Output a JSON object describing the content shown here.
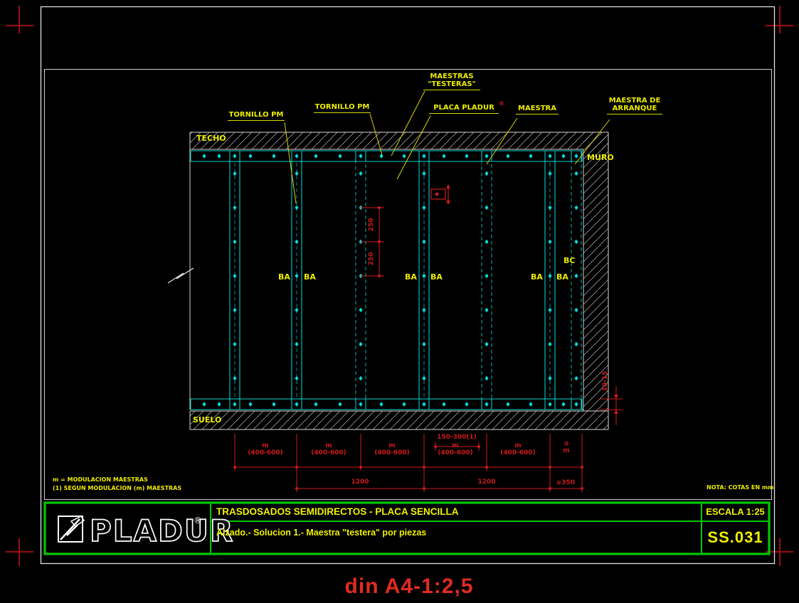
{
  "page": {
    "sheet_label": "din A4-1:2,5"
  },
  "drawing": {
    "labels": {
      "techo": "TECHO",
      "muro": "MURO",
      "suelo": "SUELO",
      "tornillo_pm": "TORNILLO PM",
      "maestras_testeras_line1": "MAESTRAS",
      "maestras_testeras_line2": "\"TESTERAS\"",
      "placa_pladur": "PLACA PLADUR",
      "registered_mark": "®",
      "maestra": "MAESTRA",
      "maestra_arranque_line1": "MAESTRA DE",
      "maestra_arranque_line2": "ARRANQUE",
      "ba": "BA",
      "bc": "BC"
    },
    "dimensions": {
      "screw_spacing": "250",
      "module_symbol": "m",
      "module_range": "(400-600)",
      "testera_range": "150-300(1)",
      "plate_width": "1200",
      "min_edge": "≥350",
      "max_module_top": "≤",
      "max_module_bottom": "m",
      "floor_gap": "10-15"
    },
    "notes": {
      "note1": "m = MODULACION MAESTRAS",
      "note2": "(1) SEGUN MODULACION (m) MAESTRAS",
      "units_note": "NOTA: COTAS EN mm"
    }
  },
  "title_block": {
    "logo_text": "PLADUR",
    "logo_registered": "®",
    "title": "TRASDOSADOS SEMIDIRECTOS - PLACA SENCILLA",
    "subtitle": "Alzado.- Solucion 1.- Maestra \"testera\" por piezas",
    "scale": "ESCALA 1:25",
    "code": "SS.031"
  },
  "colors": {
    "cyan": "#00e0e0",
    "yellow": "#ecec00",
    "red": "#cf1a1a",
    "green": "#00c800",
    "white": "#e0e0e0",
    "bright_red": "#e22b22"
  }
}
